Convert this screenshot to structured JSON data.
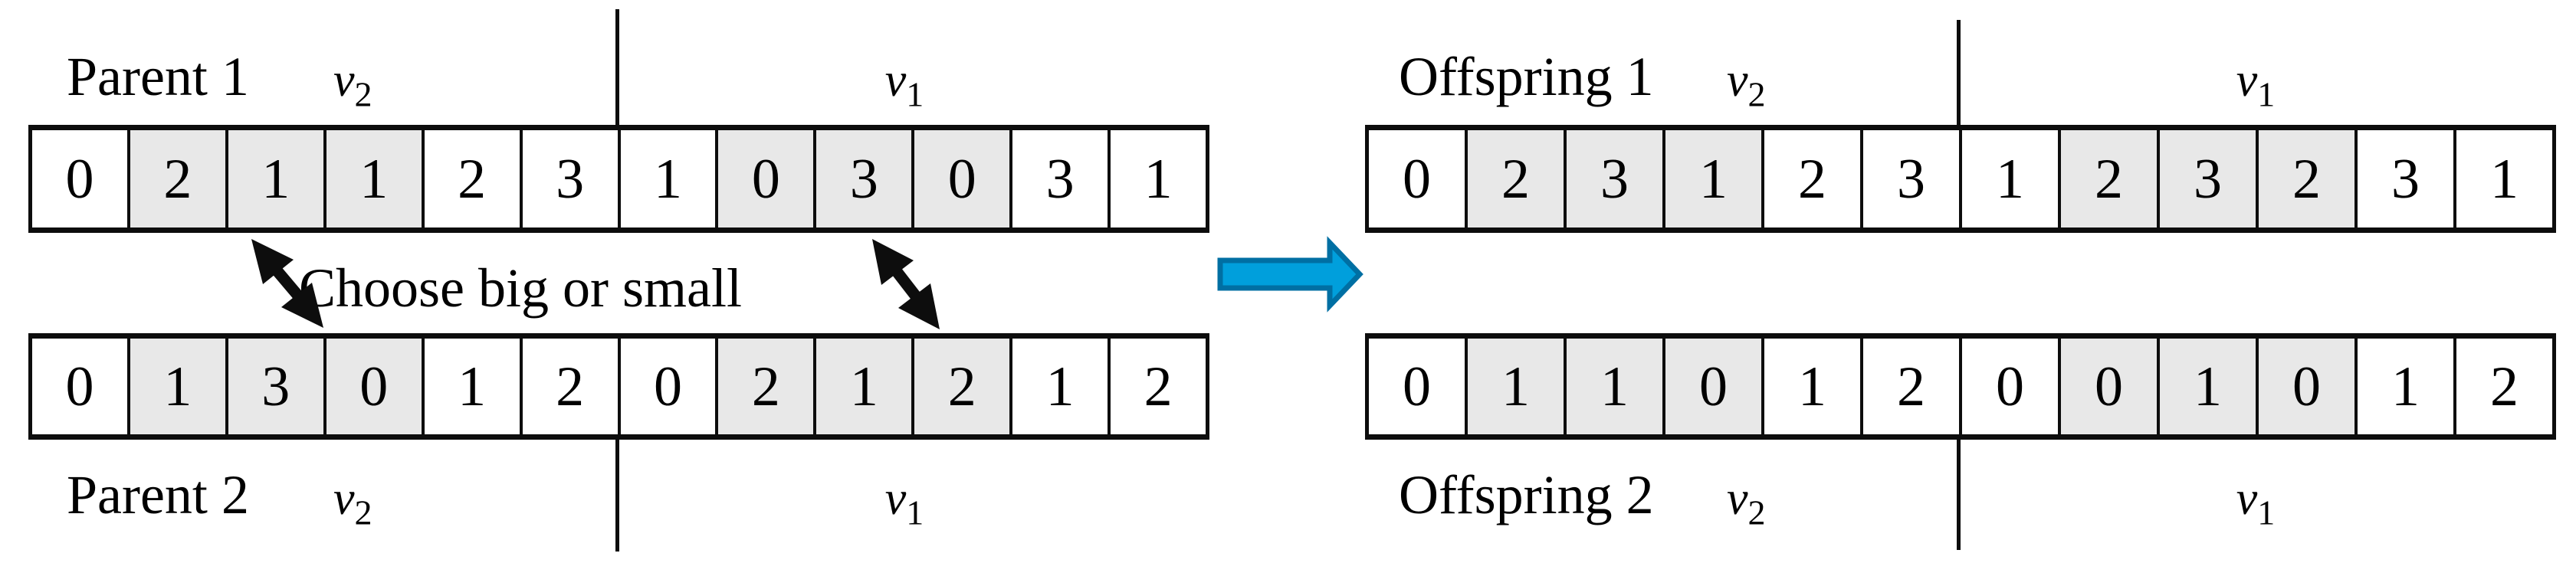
{
  "annotation": {
    "choose_text": "Choose big or small"
  },
  "var_labels": {
    "v2_base": "v",
    "v2_sub": "2",
    "v1_base": "v",
    "v1_sub": "1"
  },
  "colors": {
    "shaded_cell": "#e8e8e8",
    "cell_bg": "#ffffff",
    "line": "#0d0d0d",
    "exchange_arrow": "#000000",
    "transform_arrow_fill": "#009fdc",
    "transform_arrow_border": "#006fa3"
  },
  "chromosomes": {
    "parent1": {
      "name": "Parent 1",
      "segments": [
        "v2",
        "v1"
      ],
      "cells": [
        {
          "v": "0",
          "shaded": false
        },
        {
          "v": "2",
          "shaded": true
        },
        {
          "v": "1",
          "shaded": true
        },
        {
          "v": "1",
          "shaded": true
        },
        {
          "v": "2",
          "shaded": false
        },
        {
          "v": "3",
          "shaded": false
        },
        {
          "v": "1",
          "shaded": false
        },
        {
          "v": "0",
          "shaded": true
        },
        {
          "v": "3",
          "shaded": true
        },
        {
          "v": "0",
          "shaded": true
        },
        {
          "v": "3",
          "shaded": false
        },
        {
          "v": "1",
          "shaded": false
        }
      ]
    },
    "parent2": {
      "name": "Parent 2",
      "segments": [
        "v2",
        "v1"
      ],
      "cells": [
        {
          "v": "0",
          "shaded": false
        },
        {
          "v": "1",
          "shaded": true
        },
        {
          "v": "3",
          "shaded": true
        },
        {
          "v": "0",
          "shaded": true
        },
        {
          "v": "1",
          "shaded": false
        },
        {
          "v": "2",
          "shaded": false
        },
        {
          "v": "0",
          "shaded": false
        },
        {
          "v": "2",
          "shaded": true
        },
        {
          "v": "1",
          "shaded": true
        },
        {
          "v": "2",
          "shaded": true
        },
        {
          "v": "1",
          "shaded": false
        },
        {
          "v": "2",
          "shaded": false
        }
      ]
    },
    "offspring1": {
      "name": "Offspring 1",
      "segments": [
        "v2",
        "v1"
      ],
      "cells": [
        {
          "v": "0",
          "shaded": false
        },
        {
          "v": "2",
          "shaded": true
        },
        {
          "v": "3",
          "shaded": true
        },
        {
          "v": "1",
          "shaded": true
        },
        {
          "v": "2",
          "shaded": false
        },
        {
          "v": "3",
          "shaded": false
        },
        {
          "v": "1",
          "shaded": false
        },
        {
          "v": "2",
          "shaded": true
        },
        {
          "v": "3",
          "shaded": true
        },
        {
          "v": "2",
          "shaded": true
        },
        {
          "v": "3",
          "shaded": false
        },
        {
          "v": "1",
          "shaded": false
        }
      ]
    },
    "offspring2": {
      "name": "Offspring 2",
      "segments": [
        "v2",
        "v1"
      ],
      "cells": [
        {
          "v": "0",
          "shaded": false
        },
        {
          "v": "1",
          "shaded": true
        },
        {
          "v": "1",
          "shaded": true
        },
        {
          "v": "0",
          "shaded": true
        },
        {
          "v": "1",
          "shaded": false
        },
        {
          "v": "2",
          "shaded": false
        },
        {
          "v": "0",
          "shaded": false
        },
        {
          "v": "0",
          "shaded": true
        },
        {
          "v": "1",
          "shaded": true
        },
        {
          "v": "0",
          "shaded": true
        },
        {
          "v": "1",
          "shaded": false
        },
        {
          "v": "2",
          "shaded": false
        }
      ]
    }
  }
}
